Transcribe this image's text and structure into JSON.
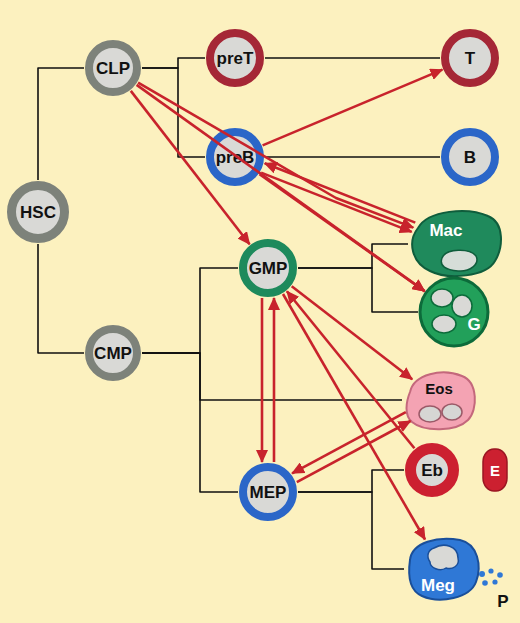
{
  "diagram": {
    "nodes": [
      {
        "text": [
          "HSC"
        ]
      },
      {
        "text": [
          "CLP"
        ]
      },
      {
        "text": [
          "preT"
        ]
      },
      {
        "text": [
          "T"
        ]
      },
      {
        "text": [
          "preB"
        ]
      },
      {
        "text": [
          "B"
        ]
      },
      {
        "text": [
          "Mac"
        ]
      },
      {
        "text": [
          "GMP"
        ]
      },
      {
        "text": [
          "G"
        ]
      },
      {
        "text": [
          "CMP"
        ]
      },
      {
        "text": [
          "Eos"
        ]
      },
      {
        "text": [
          "Eb"
        ]
      },
      {
        "text": [
          "E"
        ]
      },
      {
        "text": [
          "MEP"
        ]
      },
      {
        "text": [
          "Meg"
        ]
      },
      {
        "text": [
          "P"
        ]
      }
    ],
    "edges": [
      {
        "from": 0,
        "to": 1,
        "arrow": "none"
      },
      {
        "from": 0,
        "to": 9,
        "arrow": "none"
      },
      {
        "from": 1,
        "to": 2,
        "arrow": "none"
      },
      {
        "from": 1,
        "to": 4,
        "arrow": "none"
      },
      {
        "from": 2,
        "to": 3,
        "arrow": "none"
      },
      {
        "from": 4,
        "to": 5,
        "arrow": "none"
      },
      {
        "from": 7,
        "to": 6,
        "arrow": "none"
      },
      {
        "from": 7,
        "to": 8,
        "arrow": "none"
      },
      {
        "from": 9,
        "to": 7,
        "arrow": "none"
      },
      {
        "from": 9,
        "to": 10,
        "arrow": "none"
      },
      {
        "from": 9,
        "to": 13,
        "arrow": "none"
      },
      {
        "from": 13,
        "to": 11,
        "arrow": "none"
      },
      {
        "from": 13,
        "to": 14,
        "arrow": "none"
      },
      {
        "from": 4,
        "to": 3,
        "arrow": "to"
      },
      {
        "from": 4,
        "to": 6,
        "arrow": "to"
      },
      {
        "from": 6,
        "to": 4,
        "arrow": "to"
      },
      {
        "from": 4,
        "to": 8,
        "arrow": "to"
      },
      {
        "from": 1,
        "to": 7,
        "arrow": "to"
      },
      {
        "from": 1,
        "to": 6,
        "arrow": "to"
      },
      {
        "from": 1,
        "to": 8,
        "arrow": "to"
      },
      {
        "from": 7,
        "to": 13,
        "arrow": "to"
      },
      {
        "from": 13,
        "to": 7,
        "arrow": "to"
      },
      {
        "from": 7,
        "to": 10,
        "arrow": "to"
      },
      {
        "from": 7,
        "to": 14,
        "arrow": "to"
      },
      {
        "from": 11,
        "to": 7,
        "arrow": "to"
      },
      {
        "from": 10,
        "to": 13,
        "arrow": "to"
      },
      {
        "from": 13,
        "to": 10,
        "arrow": "to"
      }
    ]
  }
}
